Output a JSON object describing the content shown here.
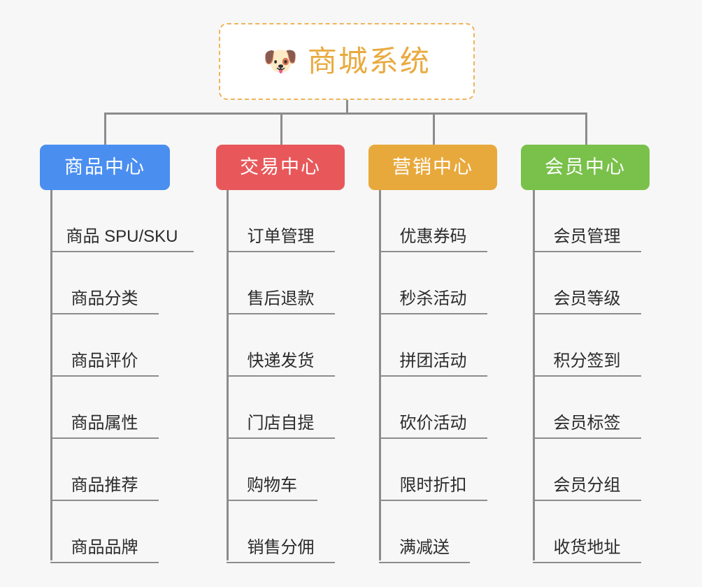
{
  "canvas": {
    "background_color": "#f7f7f7",
    "line_color": "#8c8c8c"
  },
  "root": {
    "title": "商城系统",
    "icon": "dog-face-emoji",
    "icon_glyph": "🐶",
    "text_color": "#e9aa3f",
    "border_color": "#f0b35b",
    "background_color": "#ffffff"
  },
  "columns": [
    {
      "label": "商品中心",
      "color": "#4a8ef0",
      "items": [
        "商品 SPU/SKU",
        "商品分类",
        "商品评价",
        "商品属性",
        "商品推荐",
        "商品品牌"
      ]
    },
    {
      "label": "交易中心",
      "color": "#e8585a",
      "items": [
        "订单管理",
        "售后退款",
        "快递发货",
        "门店自提",
        "购物车",
        "销售分佣"
      ]
    },
    {
      "label": "营销中心",
      "color": "#e8a93c",
      "items": [
        "优惠券码",
        "秒杀活动",
        "拼团活动",
        "砍价活动",
        "限时折扣",
        "满减送"
      ]
    },
    {
      "label": "会员中心",
      "color": "#79c14a",
      "items": [
        "会员管理",
        "会员等级",
        "积分签到",
        "会员标签",
        "会员分组",
        "收货地址"
      ]
    }
  ]
}
